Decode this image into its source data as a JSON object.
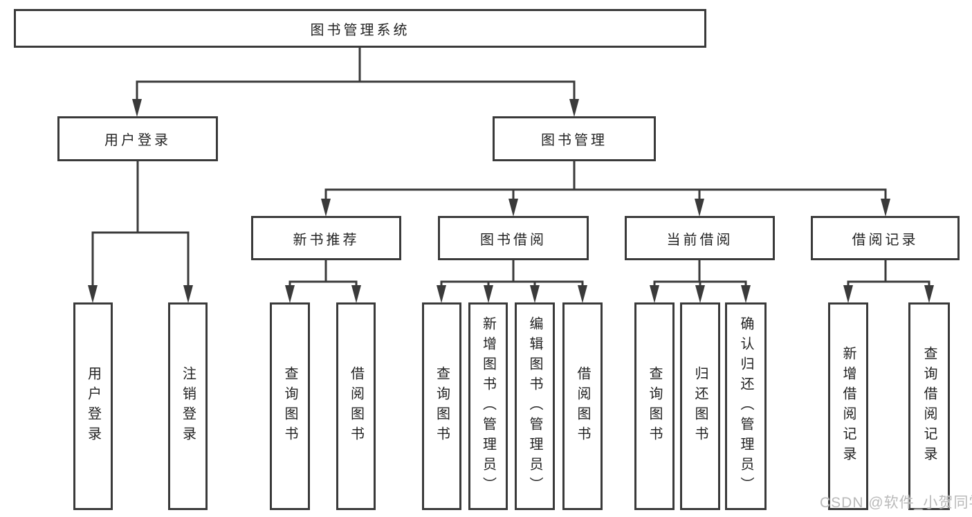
{
  "diagram": {
    "title": "图书管理系统",
    "root": {
      "label": "图书管理系统"
    },
    "level2": [
      {
        "label": "用户登录"
      },
      {
        "label": "图书管理"
      }
    ],
    "level3": [
      {
        "label": "新书推荐",
        "parent": "图书管理"
      },
      {
        "label": "图书借阅",
        "parent": "图书管理"
      },
      {
        "label": "当前借阅",
        "parent": "图书管理"
      },
      {
        "label": "借阅记录",
        "parent": "图书管理"
      }
    ],
    "leaves": [
      {
        "label": "用户登录",
        "parent": "用户登录"
      },
      {
        "label": "注销登录",
        "parent": "用户登录"
      },
      {
        "label": "查询图书",
        "parent": "新书推荐"
      },
      {
        "label": "借阅图书",
        "parent": "新书推荐"
      },
      {
        "label": "查询图书",
        "parent": "图书借阅"
      },
      {
        "label": "新增图书（管理员）",
        "parent": "图书借阅"
      },
      {
        "label": "编辑图书（管理员）",
        "parent": "图书借阅"
      },
      {
        "label": "借阅图书",
        "parent": "图书借阅"
      },
      {
        "label": "查询图书",
        "parent": "当前借阅"
      },
      {
        "label": "归还图书",
        "parent": "当前借阅"
      },
      {
        "label": "确认归还（管理员）",
        "parent": "当前借阅"
      },
      {
        "label": "新增借阅记录",
        "parent": "借阅记录"
      },
      {
        "label": "查询借阅记录",
        "parent": "借阅记录"
      }
    ]
  },
  "watermark": {
    "text": "CSDN @软件_小贺同学"
  },
  "colors": {
    "line": "#3a3a3a",
    "box_border": "#3a3a3a",
    "text": "#222222",
    "background": "#ffffff",
    "watermark": "#b9b9b9"
  }
}
